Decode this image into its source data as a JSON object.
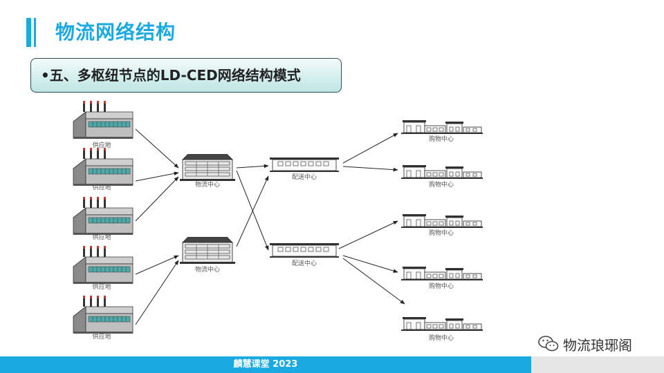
{
  "header": {
    "title": "物流网络结构",
    "accent_color": "#1ba9e1"
  },
  "subtitle": {
    "text": "•五、多枢纽节点的LD-CED网络结构模式"
  },
  "diagram": {
    "supply_label": "供应地",
    "logistics_label": "物流中心",
    "distribution_label": "配送中心",
    "shopping_label": "购物中心",
    "icons": {
      "supply": "factory-icon",
      "logistics": "warehouse-icon",
      "distribution": "distribution-center-icon",
      "shopping": "shopping-mall-icon"
    }
  },
  "footer": {
    "text": "麟慧课堂 2023"
  },
  "watermark": {
    "text": "物流琅琊阁",
    "icon": "wechat-icon"
  }
}
